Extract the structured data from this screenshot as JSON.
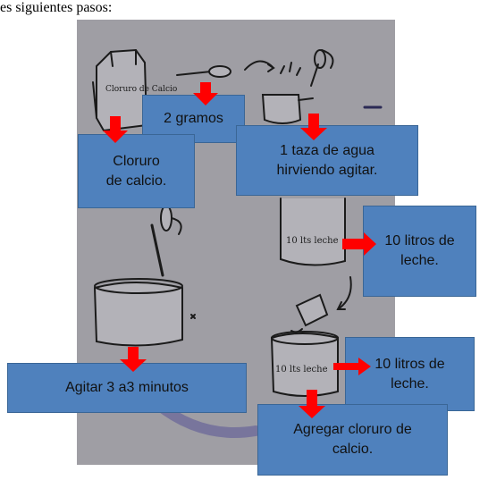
{
  "header": {
    "text": "es siguientes pasos:"
  },
  "sketch": {
    "bag_label": "Cloruro de Calcio",
    "pot_label_right": "10 lts leche",
    "pot_label_bottom": "10 lts leche"
  },
  "boxes": {
    "dos_gramos": "2 gramos",
    "cloruro": "Cloruro\nde calcio.",
    "taza_agua": "1 taza de agua\nhirviendo agitar.",
    "litros_1": "10 litros de\nleche.",
    "agitar": "Agitar 3 a3 minutos",
    "litros_2": "10 litros de\nleche.",
    "agregar": "Agregar cloruro de\ncalcio."
  },
  "colors": {
    "box_fill": "#4f81bd",
    "box_border": "#3a6696",
    "arrow": "#ff0000",
    "sketch_bg": "#9f9ea4"
  }
}
